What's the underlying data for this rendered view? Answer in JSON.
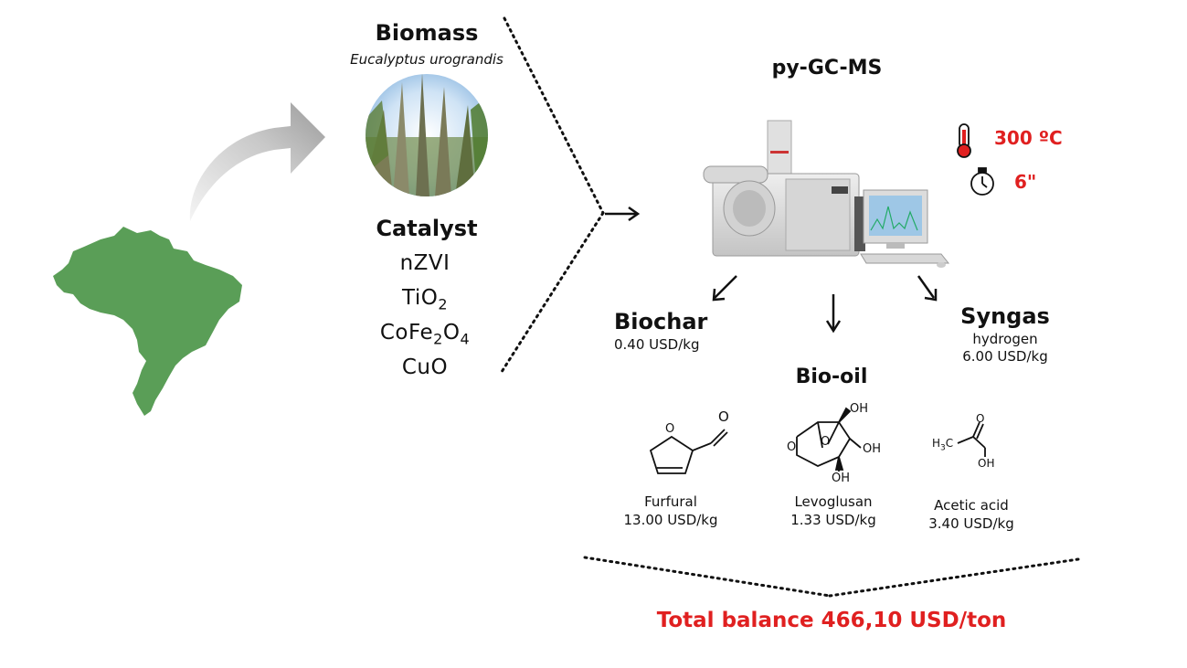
{
  "biomass": {
    "title": "Biomass",
    "species": "Eucalyptus urograndis"
  },
  "catalyst": {
    "title": "Catalyst",
    "items": [
      {
        "base": "nZVI",
        "sub": ""
      },
      {
        "base": "TiO",
        "sub": "2"
      },
      {
        "base": "CoFe",
        "sub": "2",
        "mid": "O",
        "sub2": "4"
      },
      {
        "base": "CuO",
        "sub": ""
      }
    ]
  },
  "instrument": {
    "title": "py-GC-MS"
  },
  "conditions": {
    "temperature": "300 ºC",
    "time": "6\""
  },
  "products": {
    "biochar": {
      "title": "Biochar",
      "price": "0.40 USD/kg"
    },
    "syngas": {
      "title": "Syngas",
      "sub": "hydrogen",
      "price": "6.00 USD/kg"
    },
    "biooil": {
      "title": "Bio-oil"
    }
  },
  "compounds": [
    {
      "name": "Furfural",
      "price": "13.00 USD/kg"
    },
    {
      "name": "Levoglusan",
      "price": "1.33 USD/kg"
    },
    {
      "name": "Acetic acid",
      "price": "3.40 USD/kg"
    }
  ],
  "structure_labels": {
    "oh": "OH",
    "o": "O",
    "h3c": "H",
    "three": "3",
    "c": "C"
  },
  "total": {
    "text": "Total balance 466,10 USD/ton"
  },
  "colors": {
    "map_green": "#5a9e57",
    "accent_red": "#e02020",
    "arrow_grey": "#bdbdbd"
  },
  "icons": [
    "brazil-map-icon",
    "curved-arrow-icon",
    "thermometer-icon",
    "stopwatch-icon"
  ]
}
